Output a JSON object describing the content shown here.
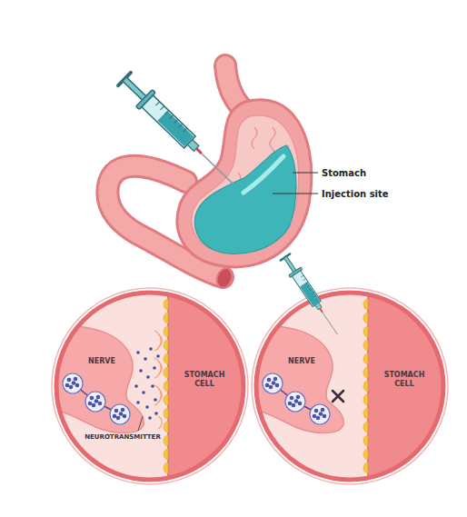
{
  "diagram": {
    "nodes": [
      {
        "text": [
          "NERVE"
        ]
      },
      {
        "text": [
          "STOMACH CELL"
        ]
      },
      {
        "text": [
          "NERVE"
        ]
      },
      {
        "text": [
          "STOMACH CELL"
        ]
      }
    ],
    "labels": [
      "Stomach",
      "Injection site",
      "NEUROTRANSMITTER"
    ]
  }
}
